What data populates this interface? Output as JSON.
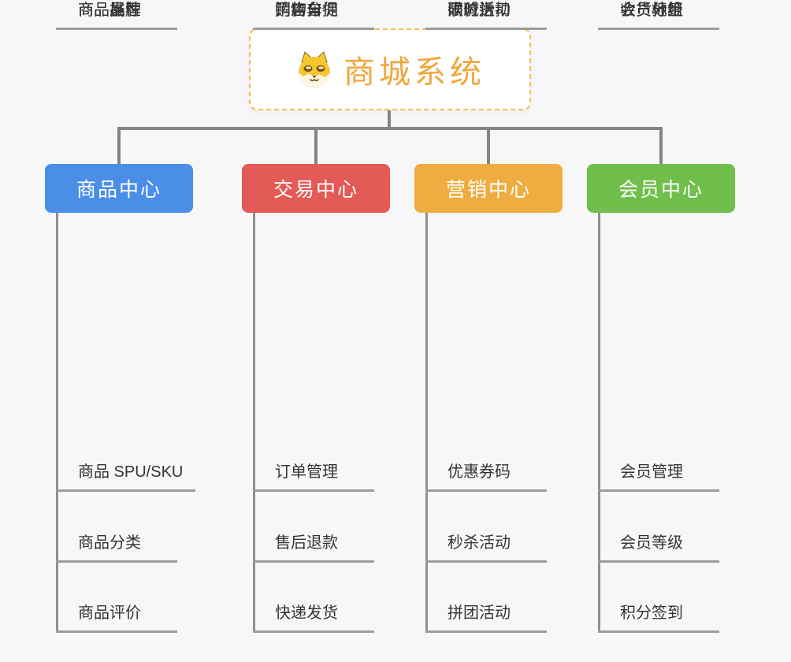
{
  "background_color": "#f7f7f7",
  "connector_color": "#848484",
  "root": {
    "title": "商城系统",
    "icon": "shiba-dog-icon",
    "text_color": "#f0a73c",
    "border_color": "#f7bd55"
  },
  "branches": [
    {
      "label": "商品中心",
      "color": "#4a8ee8",
      "items": [
        "商品 SPU/SKU",
        "商品分类",
        "商品评价",
        "商品属性",
        "商品推荐",
        "商品品牌"
      ]
    },
    {
      "label": "交易中心",
      "color": "#e35a56",
      "items": [
        "订单管理",
        "售后退款",
        "快递发货",
        "门店自提",
        "购物车",
        "销售分佣"
      ]
    },
    {
      "label": "营销中心",
      "color": "#efad41",
      "items": [
        "优惠券码",
        "秒杀活动",
        "拼团活动",
        "砍价活动",
        "限时折扣",
        "满减送"
      ]
    },
    {
      "label": "会员中心",
      "color": "#70be4b",
      "items": [
        "会员管理",
        "会员等级",
        "积分签到",
        "会员标签",
        "会员分组",
        "收货地址"
      ]
    }
  ]
}
